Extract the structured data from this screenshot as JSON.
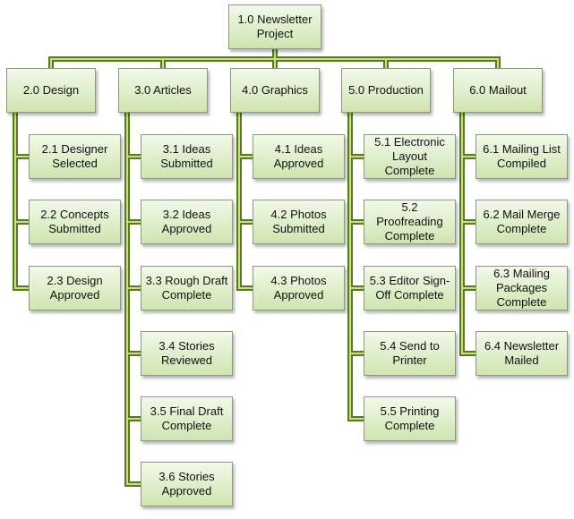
{
  "colors": {
    "connector_dark": "#5a7a1e",
    "connector_light": "#c8e08a",
    "node_border": "#8a9a7a"
  },
  "root": {
    "label": "1.0 Newsletter\nProject"
  },
  "branches": [
    {
      "label": "2.0 Design",
      "children": [
        "2.1 Designer\nSelected",
        "2.2 Concepts\nSubmitted",
        "2.3 Design\nApproved"
      ]
    },
    {
      "label": "3.0 Articles",
      "children": [
        "3.1 Ideas\nSubmitted",
        "3.2 Ideas\nApproved",
        "3.3 Rough Draft\nComplete",
        "3.4 Stories\nReviewed",
        "3.5 Final Draft\nComplete",
        "3.6 Stories\nApproved"
      ]
    },
    {
      "label": "4.0 Graphics",
      "children": [
        "4.1 Ideas\nApproved",
        "4.2 Photos\nSubmitted",
        "4.3 Photos\nApproved"
      ]
    },
    {
      "label": "5.0 Production",
      "children": [
        "5.1 Electronic\nLayout Complete",
        "5.2 Proofreading\nComplete",
        "5.3 Editor Sign-\nOff Complete",
        "5.4 Send to\nPrinter",
        "5.5 Printing\nComplete"
      ]
    },
    {
      "label": "6.0 Mailout",
      "children": [
        "6.1 Mailing List\nCompiled",
        "6.2 Mail Merge\nComplete",
        "6.3 Mailing\nPackages\nComplete",
        "6.4 Newsletter\nMailed"
      ]
    }
  ]
}
